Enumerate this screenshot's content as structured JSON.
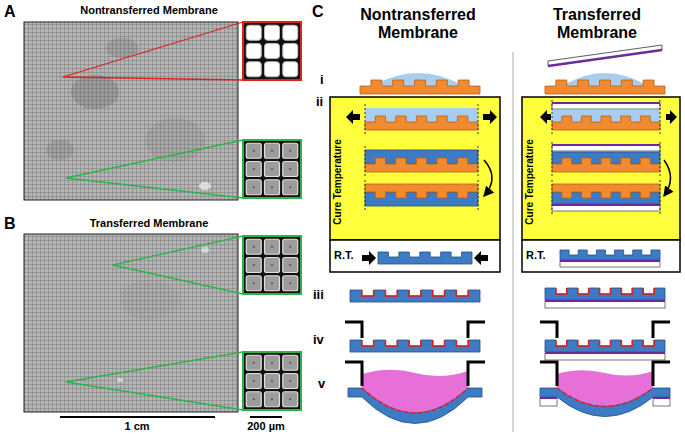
{
  "diagram": {
    "nodes": [
      {
        "text": [
          "Nontransferred Membrane"
        ]
      },
      {
        "text": [
          "Transferred Membrane"
        ]
      },
      {
        "text": [
          "Cure Temperature"
        ]
      },
      {
        "text": [
          "R.T."
        ]
      },
      {
        "text": [
          "Cure Temperature"
        ]
      },
      {
        "text": [
          "R.T."
        ]
      }
    ],
    "labels": [
      "A",
      "B",
      "1 cm",
      "200 µm",
      "C",
      "Nontransferred Membrane",
      "Transferred Membrane",
      "i",
      "ii",
      "iii",
      "iv",
      "v"
    ]
  }
}
